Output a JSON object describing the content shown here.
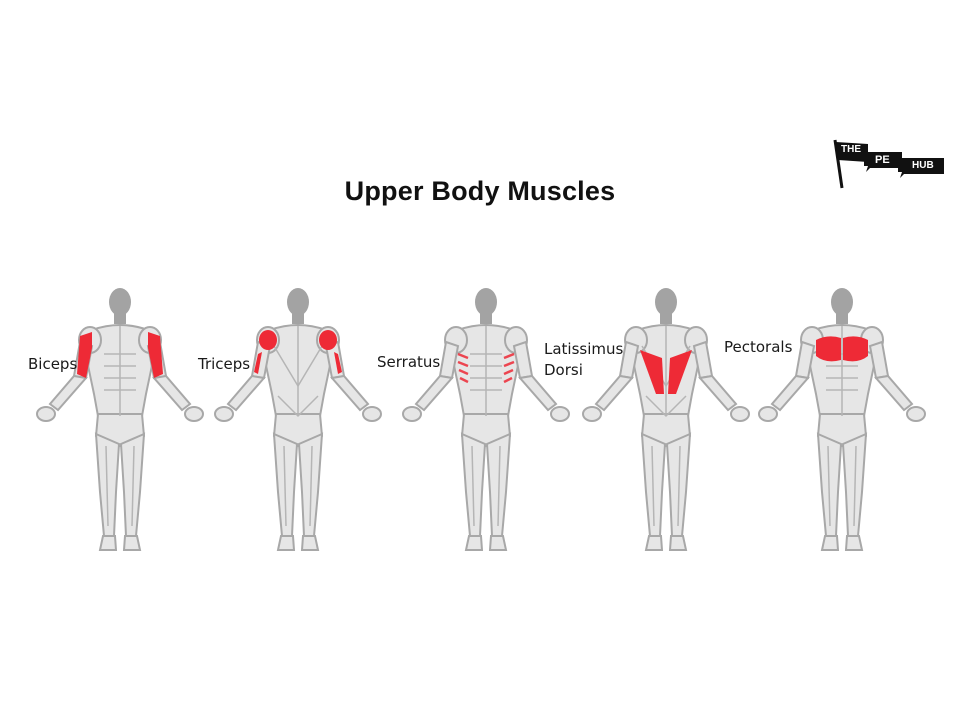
{
  "title": "Upper Body Muscles",
  "logo": {
    "parts": [
      "THE",
      "PE",
      "HUB"
    ]
  },
  "colors": {
    "highlight": "#ee2a36",
    "body_fill": "#e6e6e6",
    "body_outline": "#a8a8a8",
    "head": "#a3a3a3",
    "text": "#1a1a1a"
  },
  "figures": [
    {
      "label": "Biceps",
      "view": "front",
      "highlight": "upper-arm-front"
    },
    {
      "label": "Triceps",
      "view": "back",
      "highlight": "upper-arm-back"
    },
    {
      "label": "Serratus",
      "view": "front",
      "highlight": "side-ribs"
    },
    {
      "label_line1": "Latissimus",
      "label_line2": "Dorsi",
      "view": "back",
      "highlight": "mid-back"
    },
    {
      "label": "Pectorals",
      "view": "front",
      "highlight": "chest"
    }
  ]
}
